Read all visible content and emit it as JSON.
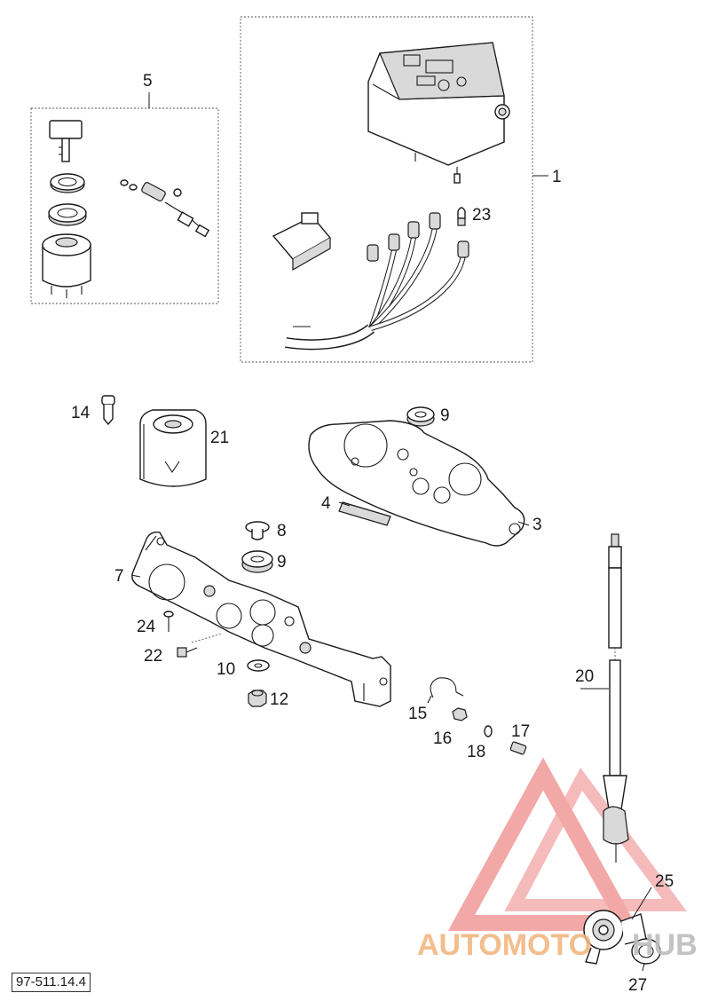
{
  "drawing_code": "97-511.14.4",
  "watermark": {
    "text_part1": "AUTOMOTO",
    "text_part2": "HUB",
    "color_main": "#f29a9a",
    "color_accent": "#e8733a"
  },
  "callouts": {
    "c1": "1",
    "c3": "3",
    "c4": "4",
    "c5": "5",
    "c7": "7",
    "c8": "8",
    "c9a": "9",
    "c9b": "9",
    "c10": "10",
    "c12": "12",
    "c14": "14",
    "c15": "15",
    "c16": "16",
    "c17": "17",
    "c18": "18",
    "c20": "20",
    "c21": "21",
    "c22": "22",
    "c23": "23",
    "c24": "24",
    "c25": "25",
    "c27": "27"
  }
}
